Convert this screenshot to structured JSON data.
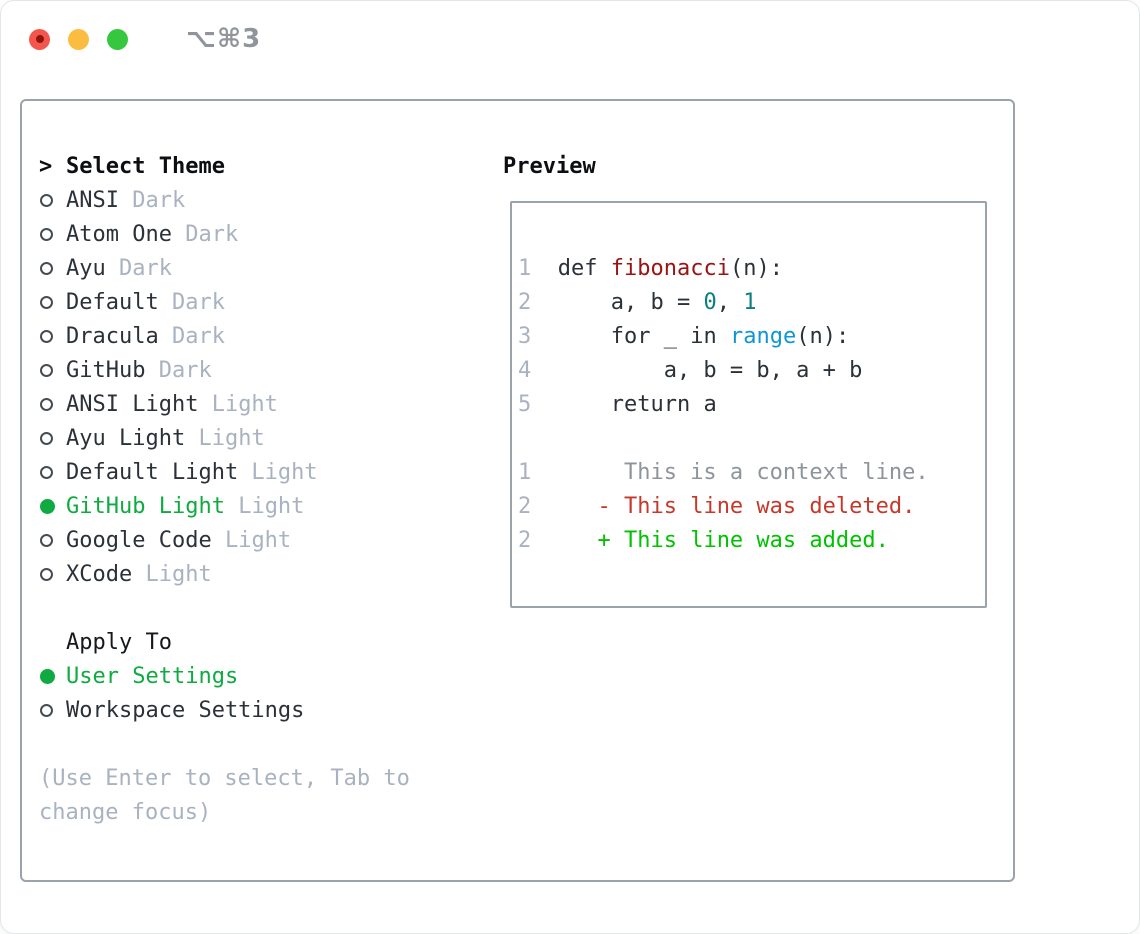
{
  "window": {
    "title": "⌥⌘3",
    "traffic_lights": [
      "close",
      "minimize",
      "zoom"
    ]
  },
  "colors": {
    "selection_green": "#0fab40",
    "added_green": "#00c200",
    "deleted_red": "#c6392a",
    "function_red": "#9c1212",
    "number_teal": "#0c7f80",
    "builtin_blue": "#0e96d5",
    "muted_gray": "#a9b2c0",
    "context_gray": "#8d949c",
    "text_dark": "#2b3138",
    "frame_border": "#9aa2ac"
  },
  "theme_list": {
    "header": "Select Theme",
    "header_marker": ">",
    "items": [
      {
        "name": "ANSI",
        "variant": "Dark",
        "selected": false
      },
      {
        "name": "Atom One",
        "variant": "Dark",
        "selected": false
      },
      {
        "name": "Ayu",
        "variant": "Dark",
        "selected": false
      },
      {
        "name": "Default",
        "variant": "Dark",
        "selected": false
      },
      {
        "name": "Dracula",
        "variant": "Dark",
        "selected": false
      },
      {
        "name": "GitHub",
        "variant": "Dark",
        "selected": false
      },
      {
        "name": "ANSI Light",
        "variant": "Light",
        "selected": false
      },
      {
        "name": "Ayu Light",
        "variant": "Light",
        "selected": false
      },
      {
        "name": "Default Light",
        "variant": "Light",
        "selected": false
      },
      {
        "name": "GitHub Light",
        "variant": "Light",
        "selected": true
      },
      {
        "name": "Google Code",
        "variant": "Light",
        "selected": false
      },
      {
        "name": "XCode",
        "variant": "Light",
        "selected": false
      }
    ]
  },
  "apply_to": {
    "header": "Apply To",
    "options": [
      {
        "label": "User Settings",
        "selected": true
      },
      {
        "label": "Workspace Settings",
        "selected": false
      }
    ]
  },
  "help_text": [
    "(Use Enter to select, Tab to",
    "change focus)"
  ],
  "preview": {
    "title": "Preview",
    "code_lines": [
      {
        "num": "1",
        "segments": [
          {
            "t": "  ",
            "s": "plain"
          },
          {
            "t": "def",
            "s": "keyword"
          },
          {
            "t": " ",
            "s": "plain"
          },
          {
            "t": "fibonacci",
            "s": "function"
          },
          {
            "t": "(n):",
            "s": "plain"
          }
        ]
      },
      {
        "num": "2",
        "segments": [
          {
            "t": "      a, b = ",
            "s": "plain"
          },
          {
            "t": "0",
            "s": "number"
          },
          {
            "t": ", ",
            "s": "plain"
          },
          {
            "t": "1",
            "s": "number"
          }
        ]
      },
      {
        "num": "3",
        "segments": [
          {
            "t": "      ",
            "s": "plain"
          },
          {
            "t": "for",
            "s": "keyword"
          },
          {
            "t": " _ ",
            "s": "plain"
          },
          {
            "t": "in",
            "s": "keyword"
          },
          {
            "t": " ",
            "s": "plain"
          },
          {
            "t": "range",
            "s": "builtin"
          },
          {
            "t": "(n):",
            "s": "plain"
          }
        ]
      },
      {
        "num": "4",
        "segments": [
          {
            "t": "          a, b = b, a + b",
            "s": "plain"
          }
        ]
      },
      {
        "num": "5",
        "segments": [
          {
            "t": "      ",
            "s": "plain"
          },
          {
            "t": "return",
            "s": "keyword"
          },
          {
            "t": " a",
            "s": "plain"
          }
        ]
      }
    ],
    "diff_lines": [
      {
        "num": "1",
        "segments": [
          {
            "t": "       This is a context line.",
            "s": "context"
          }
        ]
      },
      {
        "num": "2",
        "segments": [
          {
            "t": "     ",
            "s": "plain"
          },
          {
            "t": "- This line was deleted.",
            "s": "deleted"
          }
        ]
      },
      {
        "num": "2",
        "segments": [
          {
            "t": "     ",
            "s": "plain"
          },
          {
            "t": "+ This line was added.",
            "s": "added"
          }
        ]
      }
    ]
  }
}
